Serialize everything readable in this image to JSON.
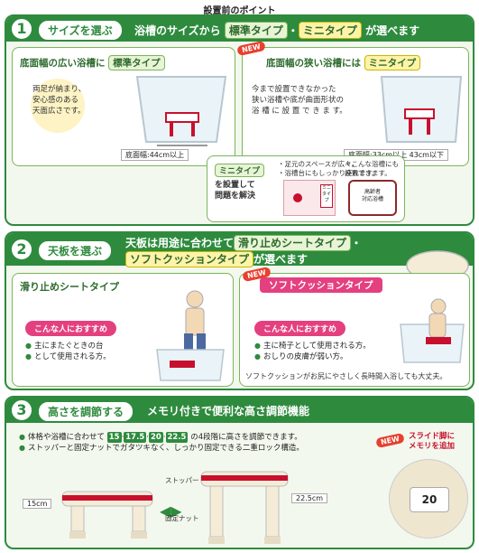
{
  "page_title": "設置前のポイント",
  "s1": {
    "num": "1",
    "pill": "サイズを選ぶ",
    "head_a": "浴槽のサイズから",
    "head_chip1": "標準タイプ",
    "head_dot": "・",
    "head_chip2": "ミニタイプ",
    "head_b": "が選べます",
    "left_title": "底面幅の広い浴槽に",
    "left_chip": "標準タイプ",
    "left_body": [
      "両足が納まり、",
      "安心感のある",
      "天面広さです。"
    ],
    "left_dim": "底面幅:44cm以上",
    "new_label": "NEW",
    "right_title": "底面幅の狭い浴槽には",
    "right_chip": "ミニタイプ",
    "right_body": [
      "今まで設置できなかった",
      "狭い浴槽や底が曲面形状の",
      "浴 槽 に 設 置 で き ま す。"
    ],
    "right_dim": "底面幅:33cm以上 43cm以下",
    "sub_chip": "ミニタイプ",
    "sub_text": [
      "を設置して",
      "問題を解決"
    ],
    "sub_box1": [
      "・足元のスペースが広々。",
      "・浴槽台にもしっかり座れます。"
    ],
    "sub_box1_label": [
      "ミニ",
      "タイプ"
    ],
    "sub_box2": [
      "・こんな浴槽にも",
      "設置できます。"
    ],
    "sub_box2_label": [
      "高齢者",
      "対応浴槽"
    ]
  },
  "s2": {
    "num": "2",
    "pill": "天板を選ぶ",
    "head_a": "天板は用途に合わせて",
    "head_chip1": "滑り止めシートタイプ",
    "head_dot": "・",
    "head_chip2": "ソフトクッションタイプ",
    "head_b": "が選べます",
    "left_title": "滑り止めシートタイプ",
    "left_tag": "こんな人におすすめ",
    "left_bullets": [
      "主にまたぐときの台",
      "として使用される方。"
    ],
    "new_label": "NEW",
    "right_title": "ソフトクッションタイプ",
    "right_tag": "こんな人におすすめ",
    "right_bullets": [
      "主に椅子として使用される方。",
      "おしりの皮膚が弱い方。"
    ],
    "right_note": "ソフトクッションがお尻にやさしく長時間入浴しても大丈夫。"
  },
  "s3": {
    "num": "3",
    "pill": "高さを調節する",
    "head": "メモリ付きで便利な高さ調節機能",
    "bullet1_a": "体格や浴槽に合わせて",
    "heights": [
      "15",
      "17.5",
      "20",
      "22.5"
    ],
    "bullet1_b": "の4段階に高さを調節できます。",
    "bullet2": "ストッパーと固定ナットでガタツキなく、しっかり固定できる二重ロック構造。",
    "new_label": "NEW",
    "slide_text": [
      "スライド脚に",
      "メモリを追加"
    ],
    "dim_low": "15cm",
    "dim_high": "22.5cm",
    "label_stopper": "ストッパー",
    "label_nut": "固定ナット",
    "dial_value": "20"
  },
  "colors": {
    "green": "#2e8b3e",
    "pink": "#e4407f",
    "red": "#c8102e",
    "new_red": "#e8402f"
  }
}
